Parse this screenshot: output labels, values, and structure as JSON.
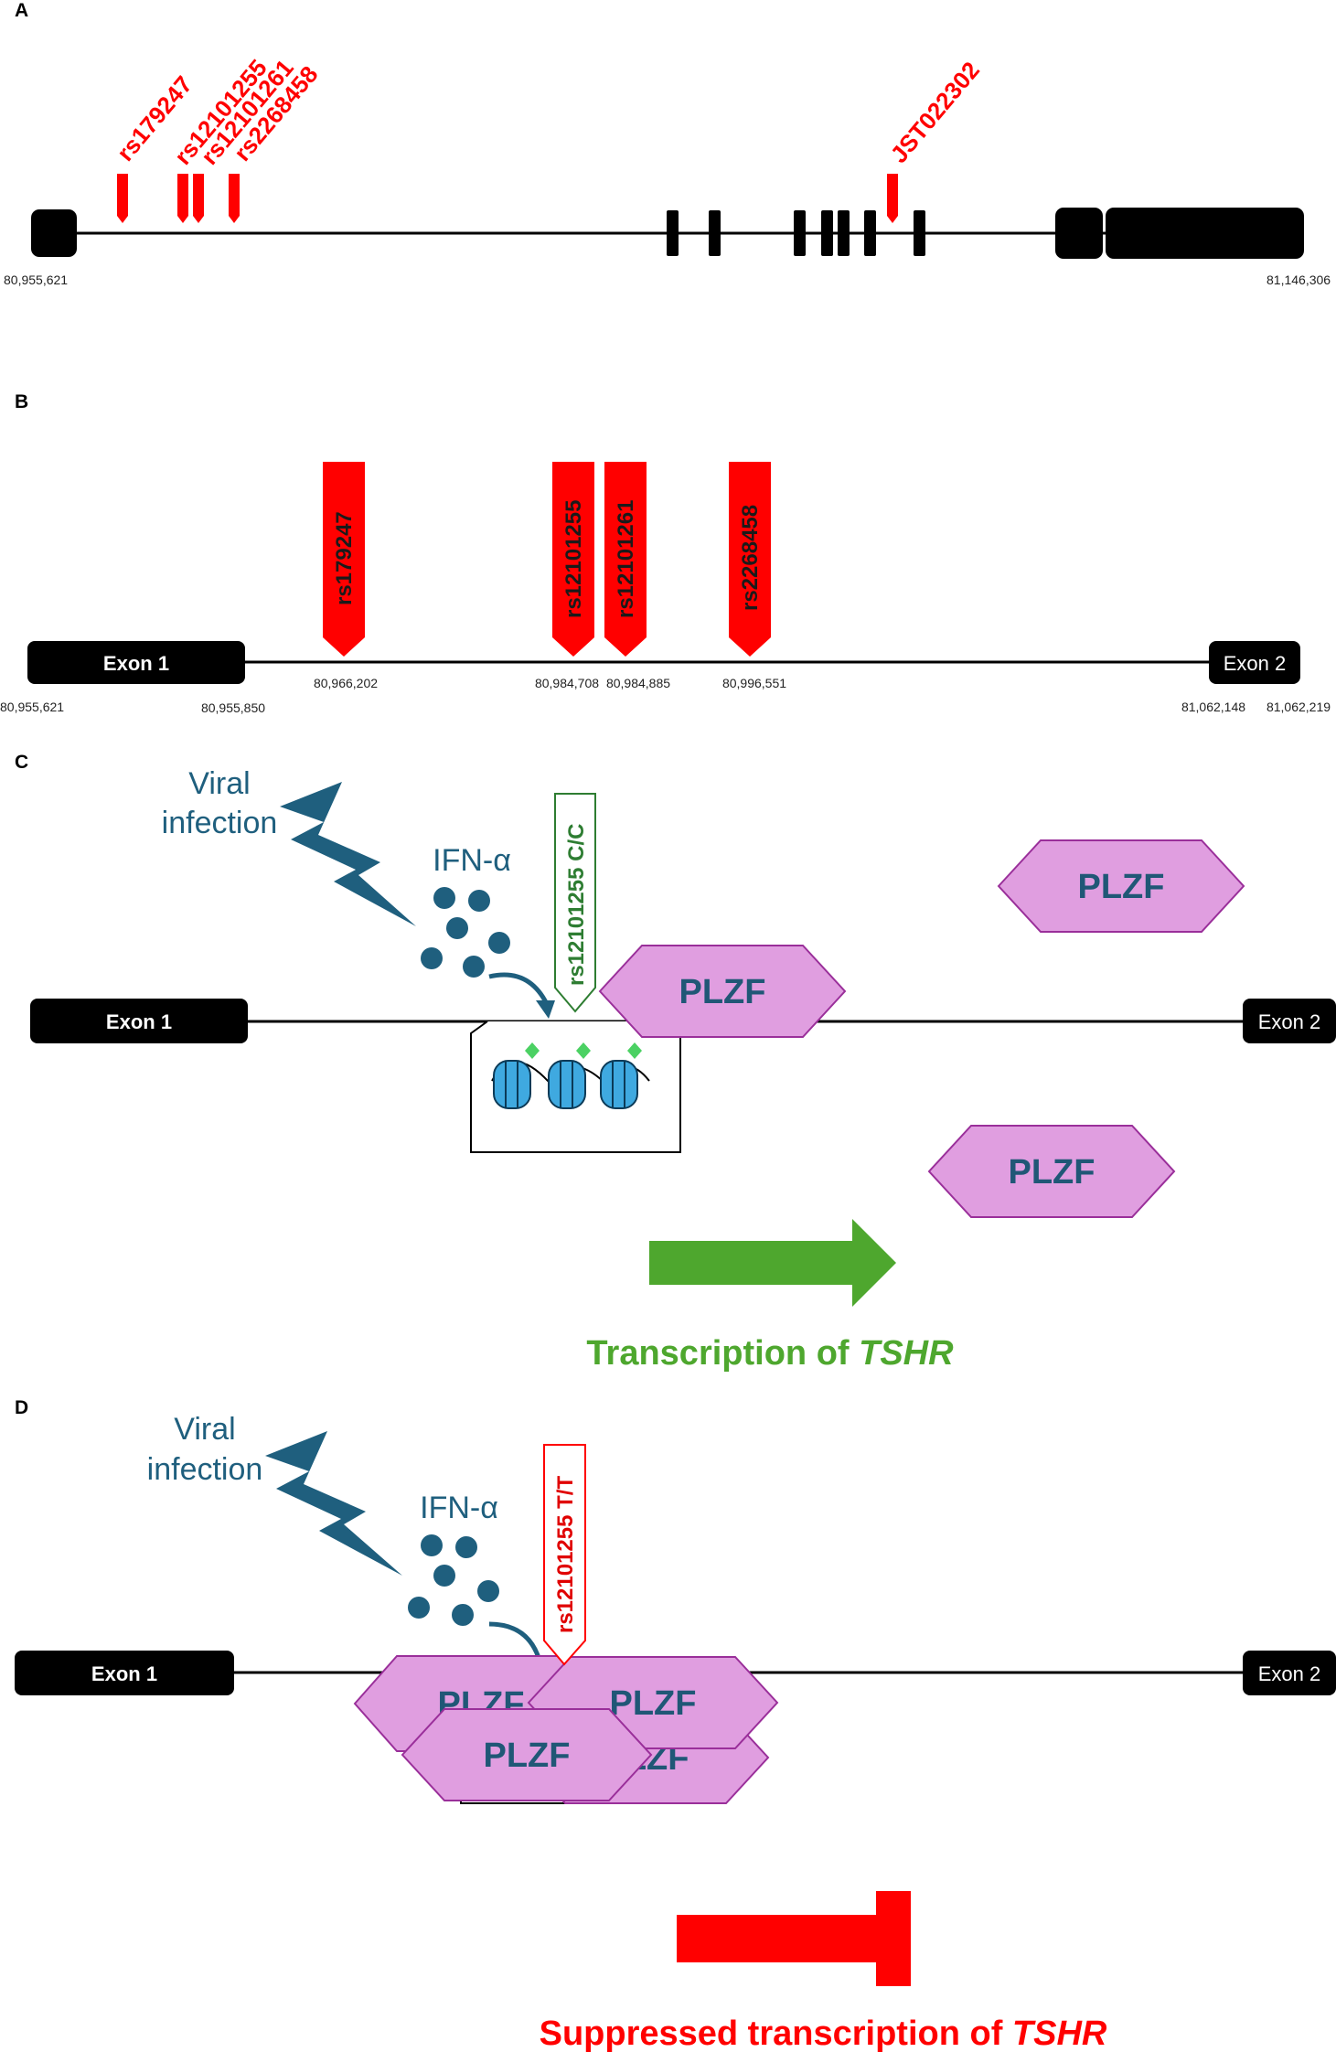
{
  "panels": {
    "a": {
      "label": "A",
      "coord_start": "80,955,621",
      "coord_end": "81,146,306",
      "snps": [
        "rs179247",
        "rs12101255",
        "rs12101261",
        "rs2268458",
        "JST022302"
      ]
    },
    "b": {
      "label": "B",
      "exon1": "Exon 1",
      "exon2": "Exon 2",
      "snps": [
        "rs179247",
        "rs12101255",
        "rs12101261",
        "rs2268458"
      ],
      "snp_coords": [
        "80,966,202",
        "80,984,708",
        "80,984,885",
        "80,996,551"
      ],
      "coord_exon1_start": "80,955,621",
      "coord_exon1_end": "80,955,850",
      "coord_exon2_start": "81,062,148",
      "coord_exon2_end": "81,062,219"
    },
    "c": {
      "label": "C",
      "viral_line1": "Viral",
      "viral_line2": "infection",
      "ifn": "IFN-α",
      "genotype": "rs12101255 C/C",
      "exon1": "Exon 1",
      "exon2": "Exon 2",
      "plzf": [
        "PLZF",
        "PLZF",
        "PLZF"
      ],
      "caption_prefix": "Transcription of ",
      "caption_gene": "TSHR",
      "caption_color": "#4ea72e"
    },
    "d": {
      "label": "D",
      "viral_line1": "Viral",
      "viral_line2": "infection",
      "ifn": "IFN-α",
      "genotype": "rs12101255 T/T",
      "exon1": "Exon 1",
      "exon2": "Exon 2",
      "plzf": [
        "PLZF",
        "PLZF",
        "PLZF",
        "PLZF"
      ],
      "caption_prefix": "Suppressed transcription of ",
      "caption_gene": "TSHR",
      "caption_color": "#ff0000"
    }
  },
  "colors": {
    "snp": "#ff0000",
    "plzf_fill": "#e09ee0",
    "plzf_stroke": "#9a2f9a",
    "signal": "#1f5f7e",
    "nucleosome": "#3fa9e0",
    "methyl": "#4bd163",
    "activation": "#4ea72e",
    "repression": "#ff0000"
  }
}
